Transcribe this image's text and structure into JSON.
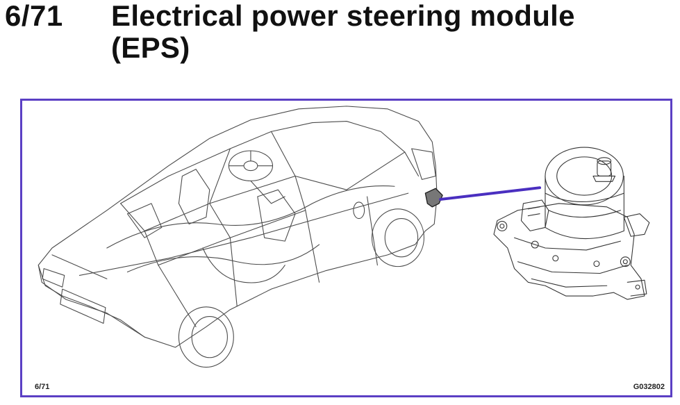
{
  "header": {
    "section_number": "6/71",
    "title_line1": "Electrical power steering module",
    "title_line2": "(EPS)"
  },
  "figure": {
    "caption_left": "6/71",
    "caption_right": "G032802",
    "frame_color": "#5b3fc4",
    "leader_color": "#4a2fc0"
  }
}
